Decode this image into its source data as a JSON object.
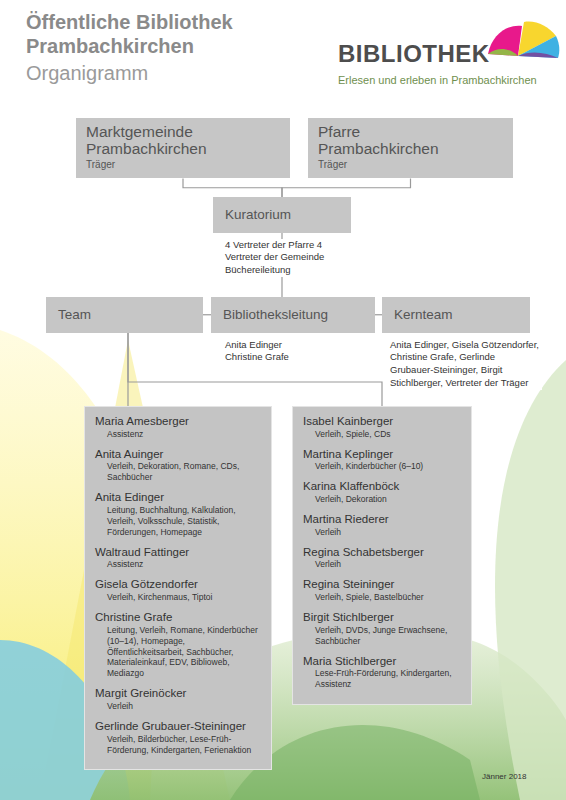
{
  "diagram": {
    "title": "Öffentliche Bibliothek Prambachkirchen",
    "nodes": [
      {
        "text": [
          "Marktgemeinde Prambachkirchen",
          "Träger"
        ]
      },
      {
        "text": [
          "Pfarre Prambachkirchen",
          "Träger"
        ]
      },
      {
        "text": [
          "Kuratorium",
          "4 Vertreter der Pfarre 4 Vertreter der Gemeinde Büchereileitung"
        ]
      },
      {
        "text": [
          "Team"
        ]
      },
      {
        "text": [
          "Bibliotheksleitung",
          "Anita Edinger Christine Grafe"
        ]
      },
      {
        "text": [
          "Kernteam",
          "Anita Edinger, Gisela Götzendorfer, Christine Grafe, Gerlinde Grubauer-Steininger, Birgit Stichlberger, Vertreter der Träger"
        ]
      },
      {
        "text": [
          "Maria Amesberger",
          "Assistenz",
          "Anita Auinger",
          "Verleih, Dekoration, Romane, CDs, Sachbücher",
          "Anita Edinger",
          "Leitung, Buchhaltung, Kalkulation, Verleih, Volksschule, Statistik, Förderungen, Homepage",
          "Waltraud Fattinger",
          "Assistenz",
          "Gisela Götzendorfer",
          "Verleih, Kirchenmaus, Tiptoi",
          "Christine Grafe",
          "Leitung, Verleih, Romane, Kinderbücher (10–14), Homepage, Öffentlichkeitsarbeit, Sachbücher, Materialeinkauf, EDV, Biblioweb, Mediazgo",
          "Margit Greinöcker",
          "Verleih",
          "Gerlinde Grubauer-Steininger",
          "Verleih, Bilderbücher, Lese-Früh-Förderung, Kindergarten, Ferienaktion"
        ]
      },
      {
        "text": [
          "Isabel Kainberger",
          "Verleih, Spiele, CDs",
          "Martina Keplinger",
          "Verleih, Kinderbücher (6–10)",
          "Karina Klaffenböck",
          "Verleih, Dekoration",
          "Martina Riederer",
          "Verleih",
          "Regina Schabetsberger",
          "Verleih",
          "Regina Steininger",
          "Verleih, Spiele, Bastelbücher",
          "Birgit Stichlberger",
          "Verleih, DVDs, Junge Erwachsene, Sachbücher",
          "Maria Stichlberger",
          "Lese-Früh-Förderung, Kindergarten, Assistenz"
        ]
      }
    ],
    "edges": [
      {
        "from": 0,
        "to": 2,
        "arrow": "none"
      },
      {
        "from": 1,
        "to": 2,
        "arrow": "none"
      },
      {
        "from": 2,
        "to": 4,
        "arrow": "none"
      },
      {
        "from": 4,
        "to": 3,
        "arrow": "none"
      },
      {
        "from": 4,
        "to": 5,
        "arrow": "none"
      },
      {
        "from": 3,
        "to": 6,
        "arrow": "none"
      },
      {
        "from": 3,
        "to": 7,
        "arrow": "none"
      }
    ],
    "labels": [
      "Organigramm",
      "BIBLIOTHEK",
      "Erlesen und erleben in Prambachkirchen",
      "Jänner 2018"
    ]
  }
}
